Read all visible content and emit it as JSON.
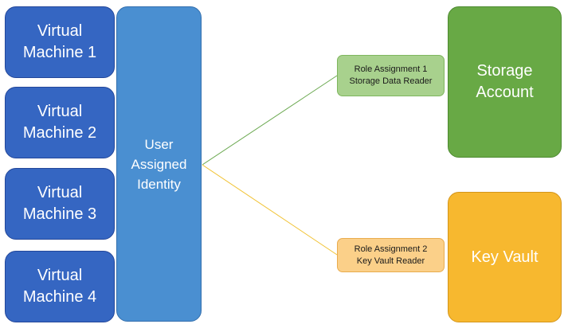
{
  "virtual_machines": [
    {
      "label": "Virtual\nMachine  1"
    },
    {
      "label": "Virtual\nMachine  2"
    },
    {
      "label": "Virtual\nMachine  3"
    },
    {
      "label": "Virtual\nMachine  4"
    }
  ],
  "identity": {
    "label": "User\nAssigned\nIdentity"
  },
  "role_assignments": [
    {
      "label": "Role Assignment 1\nStorage Data Reader"
    },
    {
      "label": "Role Assignment 2\nKey Vault Reader"
    }
  ],
  "resources": {
    "storage": {
      "label": "Storage\nAccount"
    },
    "keyvault": {
      "label": "Key Vault"
    }
  },
  "colors": {
    "vm": "#3566c2",
    "identity": "#4a8fd1",
    "storage": "#68a945",
    "keyvault": "#f7b82f",
    "storage_link": "#6aa84f",
    "keyvault_link": "#f1c232"
  }
}
